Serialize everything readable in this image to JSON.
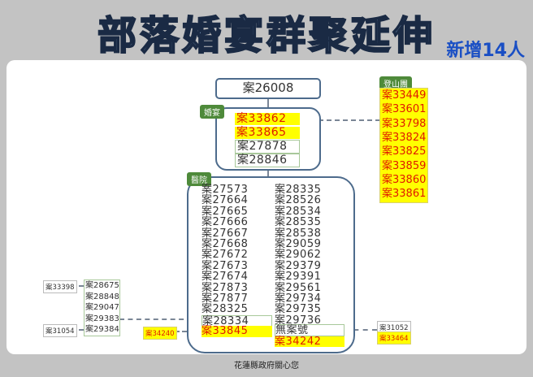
{
  "title": "部落婚宴群聚延伸",
  "added": "新增14人",
  "root": "案26008",
  "wedding": {
    "label": "婚宴",
    "cases": [
      {
        "id": "案33862",
        "new": true
      },
      {
        "id": "案33865",
        "new": true
      },
      {
        "id": "案27878",
        "new": false
      },
      {
        "id": "案28846",
        "new": false
      }
    ]
  },
  "hiking": {
    "label": "登山團",
    "cases": [
      "案33449",
      "案33601",
      "案33798",
      "案33824",
      "案33825",
      "案33859",
      "案33860",
      "案33861"
    ]
  },
  "hospital": {
    "label": "醫院",
    "left": [
      "案27573",
      "案27664",
      "案27665",
      "案27666",
      "案27667",
      "案27668",
      "案27672",
      "案27673",
      "案27674",
      "案27873",
      "案27877",
      "案28325",
      "案28334",
      "案33845"
    ],
    "right": [
      "案28335",
      "案28526",
      "案28534",
      "案28535",
      "案28538",
      "案29059",
      "案29062",
      "案29379",
      "案29391",
      "案29561",
      "案29734",
      "案29735",
      "案29736",
      "無案號",
      "案34242"
    ]
  },
  "side_left": {
    "group": [
      "案28675",
      "案28848",
      "案29047",
      "案29383",
      "案29384"
    ],
    "links": [
      "案33398",
      "案31054"
    ],
    "new_link": "案34240"
  },
  "side_right": {
    "cases": [
      "案31052",
      "案33464"
    ]
  },
  "footer": "花蓮縣政府關心您",
  "colors": {
    "highlight": "#ffff00",
    "new_text": "#e01a00",
    "tag": "#4e8a3a",
    "border": "#4d6b8c"
  }
}
